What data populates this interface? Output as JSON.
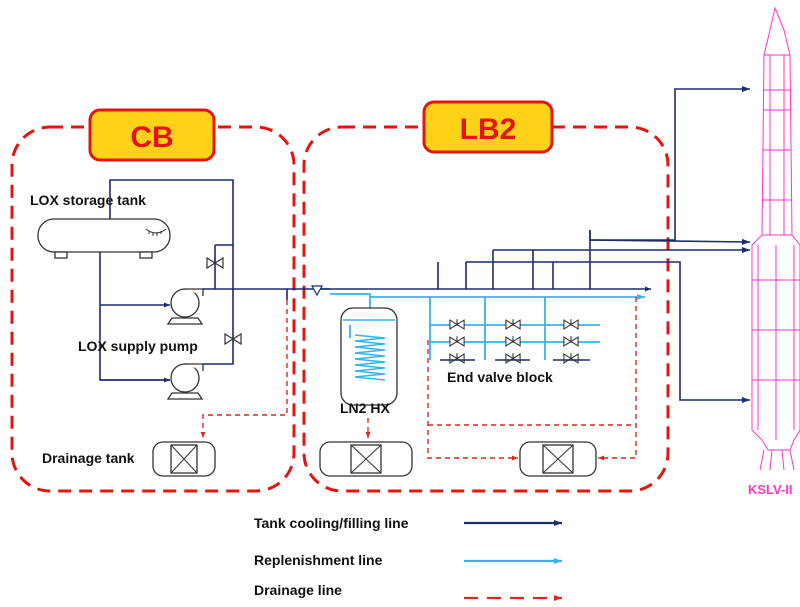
{
  "boxes": {
    "cb": "CB",
    "lb2": "LB2"
  },
  "labels": {
    "lox_storage_tank": "LOX storage tank",
    "lox_supply_pump": "LOX supply pump",
    "drainage_tank": "Drainage tank",
    "ln2_hx": "LN2 HX",
    "end_valve_block": "End valve block",
    "vehicle": "KSLV-II"
  },
  "legend": {
    "cooling": "Tank cooling/filling line",
    "replenishment": "Replenishment line",
    "drainage": "Drainage line"
  },
  "colors": {
    "cooling_line": "#1c2d6b",
    "replenishment_line": "#36b4ea",
    "drainage_line": "#d92a20",
    "box_label_fill": "#ffd21a",
    "box_border": "#e4140f",
    "vehicle": "#ff33cc"
  }
}
